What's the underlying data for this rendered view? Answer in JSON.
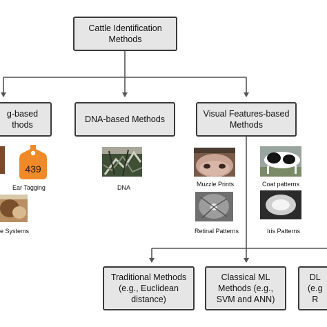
{
  "root": {
    "label": "Cattle Identification\nMethods"
  },
  "branches": {
    "tag": {
      "label": "g-based\nthods"
    },
    "dna": {
      "label": "DNA-based Methods"
    },
    "visual": {
      "label": "Visual Features-based\nMethods"
    }
  },
  "leaves": {
    "traditional": {
      "label": "Traditional Methods\n(e.g., Euclidean\ndistance)"
    },
    "classical": {
      "label": "Classical ML\nMethods (e.g.,\nSVM and ANN)"
    },
    "dl": {
      "label": "DL\n(e.g\nR"
    }
  },
  "examples": {
    "ear_tag_number": "439",
    "ear_tagging": "Ear Tagging",
    "dna": "DNA",
    "muzzle": "Muzzle Prints",
    "coat": "Coat patterns",
    "systems": "e Systems",
    "retinal": "Retinal Patterns",
    "iris": "Iris Patterns"
  },
  "colors": {
    "box_fill": "#e6e6e6",
    "box_border": "#3a3a3a",
    "line": "#555555",
    "ear_tag": "#f08a28"
  }
}
